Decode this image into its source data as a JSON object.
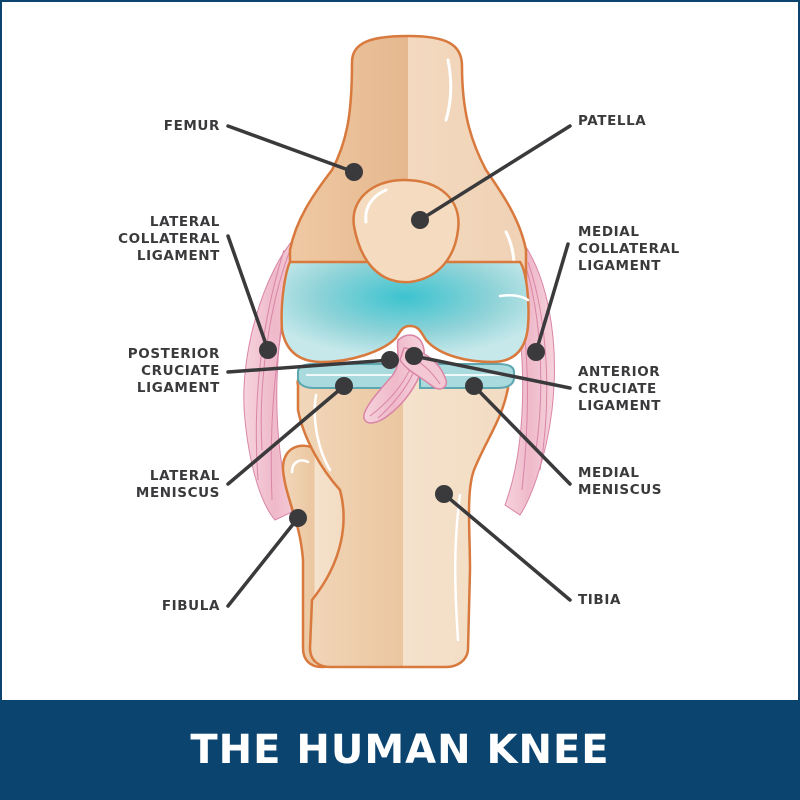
{
  "title": "THE HUMAN KNEE",
  "labels": {
    "femur": [
      "FEMUR"
    ],
    "patella": [
      "PATELLA"
    ],
    "lateral_collateral": [
      "LATERAL",
      "COLLATERAL",
      "LIGAMENT"
    ],
    "medial_collateral": [
      "MEDIAL",
      "COLLATERAL",
      "LIGAMENT"
    ],
    "posterior_cruciate": [
      "POSTERIOR",
      "CRUCIATE",
      "LIGAMENT"
    ],
    "anterior_cruciate": [
      "ANTERIOR",
      "CRUCIATE",
      "LIGAMENT"
    ],
    "lateral_meniscus": [
      "LATERAL",
      "MENISCUS"
    ],
    "medial_meniscus": [
      "MEDIAL",
      "MENISCUS"
    ],
    "fibula": [
      "FIBULA"
    ],
    "tibia": [
      "TIBIA"
    ]
  },
  "colors": {
    "bone": "#f1d5b6",
    "bone_shade": "#e2b893",
    "bone_outline": "#d8793d",
    "cartilage": "#9ad8dc",
    "ligament": "#f2c3d0",
    "ligament_lines": "#d985a6",
    "leader": "#3a3a3c",
    "banner": "#0c4470"
  }
}
